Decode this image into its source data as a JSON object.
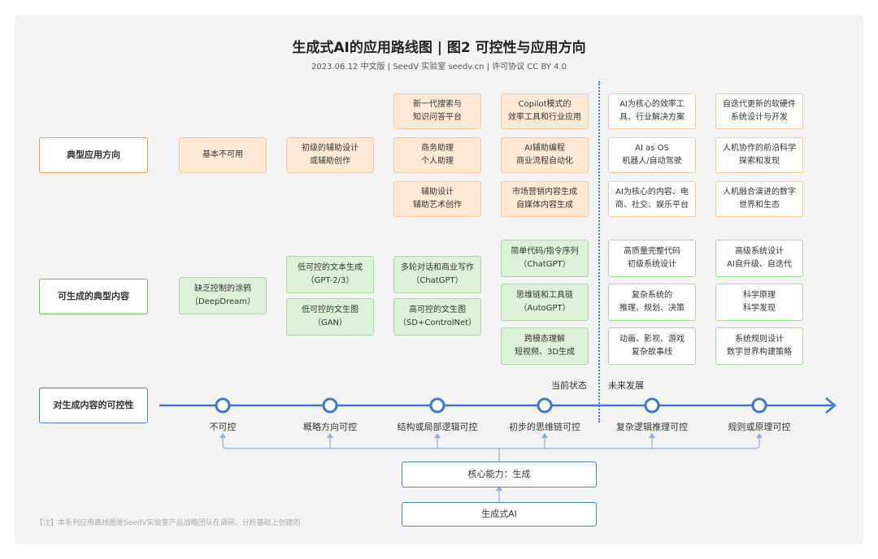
{
  "title": "生成式AI的应用路线图 | 图2 可控性与应用方向",
  "subtitle": "2023.06.12 中文版 | SeedV 实验室 seedv.cn | 许可协议 CC BY 4.0",
  "rows": {
    "applications": "典型应用方向",
    "content": "可生成的典型内容",
    "controllability": "对生成内容的可控性"
  },
  "applications": {
    "col1": [
      "基本不可用"
    ],
    "col2": [
      "初级的辅助设计\n或辅助创作"
    ],
    "col3": [
      "新一代搜索与\n知识问答平台",
      "商务助理\n个人助理",
      "辅助设计\n辅助艺术创作"
    ],
    "col4": [
      "Copilot模式的\n效率工具和行业应用",
      "AI辅助编程\n商业流程自动化",
      "市场营销内容生成\n自媒体内容生成"
    ],
    "col5": [
      "AI为核心的效率工\n具、行业解决方案",
      "AI as OS\n机器人/自动驾驶",
      "AI为核心的内容、电\n商、社交、娱乐平台"
    ],
    "col6": [
      "自迭代更新的软硬件\n系统设计与开发",
      "人机协作的前沿科学\n探索和发现",
      "人机融合演进的数字\n世界和生态"
    ]
  },
  "content": {
    "col1": [
      "缺乏控制的涂鸦\n（DeepDream）"
    ],
    "col2": [
      "低可控的文本生成\n（GPT-2/3）",
      "低可控的文生图\n（GAN）"
    ],
    "col3": [
      "多轮对话和商业写作\n（ChatGPT）",
      "高可控的文生图\n（SD+ControlNet）"
    ],
    "col4": [
      "简单代码/指令序列\n（ChatGPT）",
      "思维链和工具链\n（AutoGPT）",
      "跨模态理解\n短视频、3D生成"
    ],
    "col5": [
      "高质量完整代码\n初级系统设计",
      "复杂系统的\n推理、规划、决策",
      "动画、影视、游戏\n复杂故事线"
    ],
    "col6": [
      "高级系统设计\nAI自升级、自迭代",
      "科学原理\n科学发现",
      "系统规则设计\n数字世界构建策略"
    ]
  },
  "axis_labels": [
    "不可控",
    "概略方向可控",
    "结构或局部逻辑可控",
    "初步的思维链可控",
    "复杂逻辑推理可控",
    "规则或原理可控"
  ],
  "current_state": "当前状态",
  "future": "未来发展",
  "core_capability": "核心能力：生成",
  "generative_ai": "生成式AI",
  "note": "【注】本系列应用路线图是SeedV实验室产品战略团队在调研、分析基础上创建的",
  "colors": {
    "orange_border": "#f0a04b",
    "green_border": "#6bbf5d",
    "blue": "#3f74d8"
  }
}
